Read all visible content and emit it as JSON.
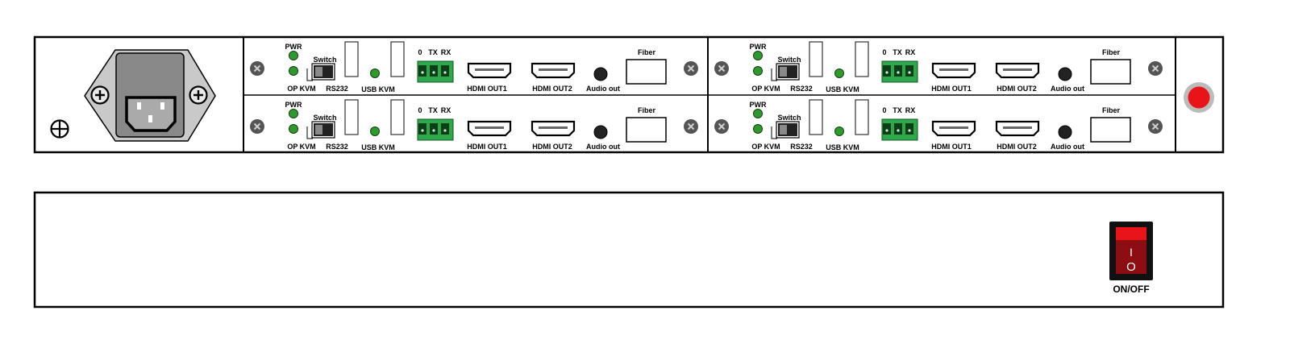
{
  "module_labels": {
    "pwr": "PWR",
    "switch": "Switch",
    "op_kvm": "OP KVM",
    "rs232": "RS232",
    "usb_kvm": "USB KVM",
    "terminal_pins": [
      "0",
      "TX",
      "RX"
    ],
    "hdmi_out1": "HDMI OUT1",
    "hdmi_out2": "HDMI OUT2",
    "audio_out": "Audio out",
    "fiber": "Fiber"
  },
  "modules": [
    {
      "id": "top-left"
    },
    {
      "id": "top-right"
    },
    {
      "id": "bottom-left"
    },
    {
      "id": "bottom-right"
    }
  ],
  "power_switch": {
    "label": "ON/OFF",
    "on_symbol": "I",
    "off_symbol": "O"
  },
  "colors": {
    "led_green": "#2e9a2e",
    "terminal_green": "#2ea84a",
    "indicator_red": "#e8141a",
    "rocker_red": "#c8101a",
    "panel_stroke": "#000000"
  }
}
